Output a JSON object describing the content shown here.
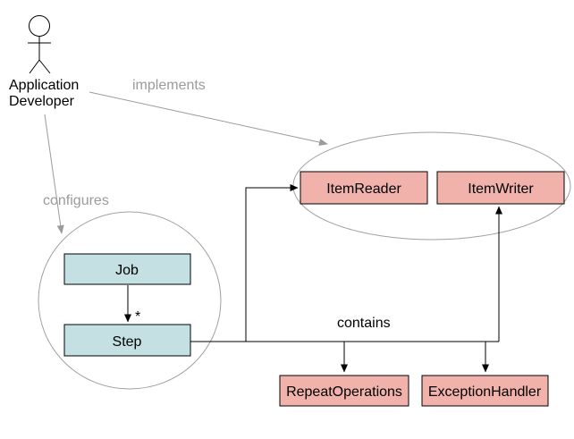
{
  "diagram": {
    "actor": {
      "label_line1": "Application",
      "label_line2": "Developer"
    },
    "edges": {
      "implements_label": "implements",
      "configures_label": "configures",
      "contains_label": "contains",
      "job_step_multiplicity": "*"
    },
    "nodes": {
      "job": "Job",
      "step": "Step",
      "item_reader": "ItemReader",
      "item_writer": "ItemWriter",
      "repeat_operations": "RepeatOperations",
      "exception_handler": "ExceptionHandler"
    },
    "colors": {
      "pink_fill": "#f0b2aa",
      "blue_fill": "#c4e0e2",
      "gray_outline": "#a0a0a0",
      "gray_text": "#9b9b9b",
      "black_line": "#000000",
      "background": "#ffffff"
    }
  }
}
